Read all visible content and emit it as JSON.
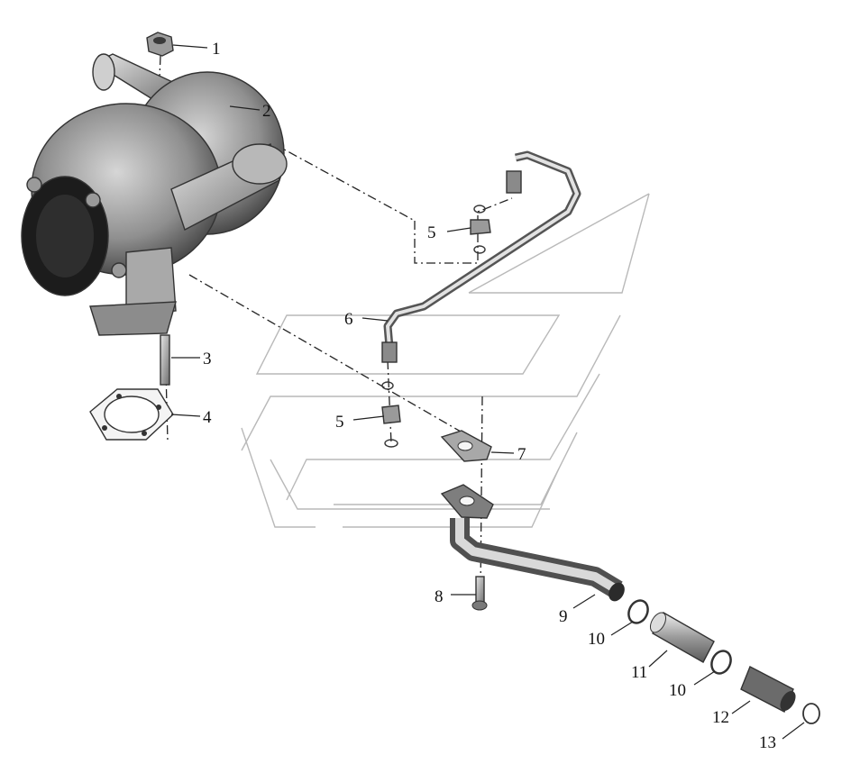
{
  "diagram": {
    "type": "exploded parts diagram",
    "callouts": [
      {
        "id": "c1",
        "label": "1"
      },
      {
        "id": "c2",
        "label": "2"
      },
      {
        "id": "c3",
        "label": "3"
      },
      {
        "id": "c4",
        "label": "4"
      },
      {
        "id": "c5a",
        "label": "5"
      },
      {
        "id": "c5b",
        "label": "5"
      },
      {
        "id": "c6",
        "label": "6"
      },
      {
        "id": "c7",
        "label": "7"
      },
      {
        "id": "c8",
        "label": "8"
      },
      {
        "id": "c9",
        "label": "9"
      },
      {
        "id": "c10a",
        "label": "10"
      },
      {
        "id": "c11",
        "label": "11"
      },
      {
        "id": "c10b",
        "label": "10"
      },
      {
        "id": "c12",
        "label": "12"
      },
      {
        "id": "c13",
        "label": "13"
      }
    ]
  }
}
